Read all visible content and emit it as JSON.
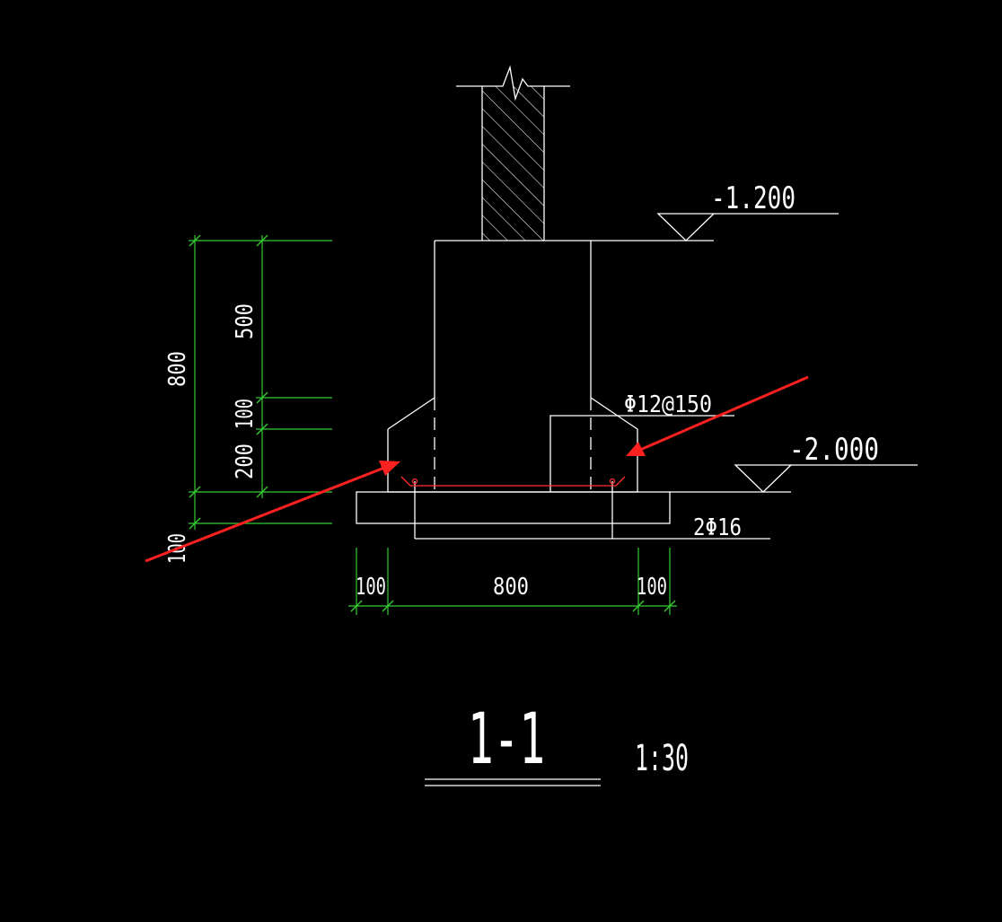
{
  "elevations": {
    "top": "-1.200",
    "bottom": "-2.000"
  },
  "rebar": {
    "distribution": "Φ12@150",
    "main": "2Φ16"
  },
  "dimensions": {
    "vertical_total": "800",
    "vertical_500": "500",
    "vertical_100": "100",
    "vertical_200": "200",
    "vertical_pad": "100",
    "horizontal_left": "100",
    "horizontal_mid": "800",
    "horizontal_right": "100"
  },
  "title": {
    "section": "1-1",
    "scale": "1:30"
  },
  "colors": {
    "background": "#000000",
    "linework": "#ffffff",
    "dimension": "#33cc33",
    "rebar": "#ff3030",
    "annotation_arrow": "#ff2020"
  }
}
